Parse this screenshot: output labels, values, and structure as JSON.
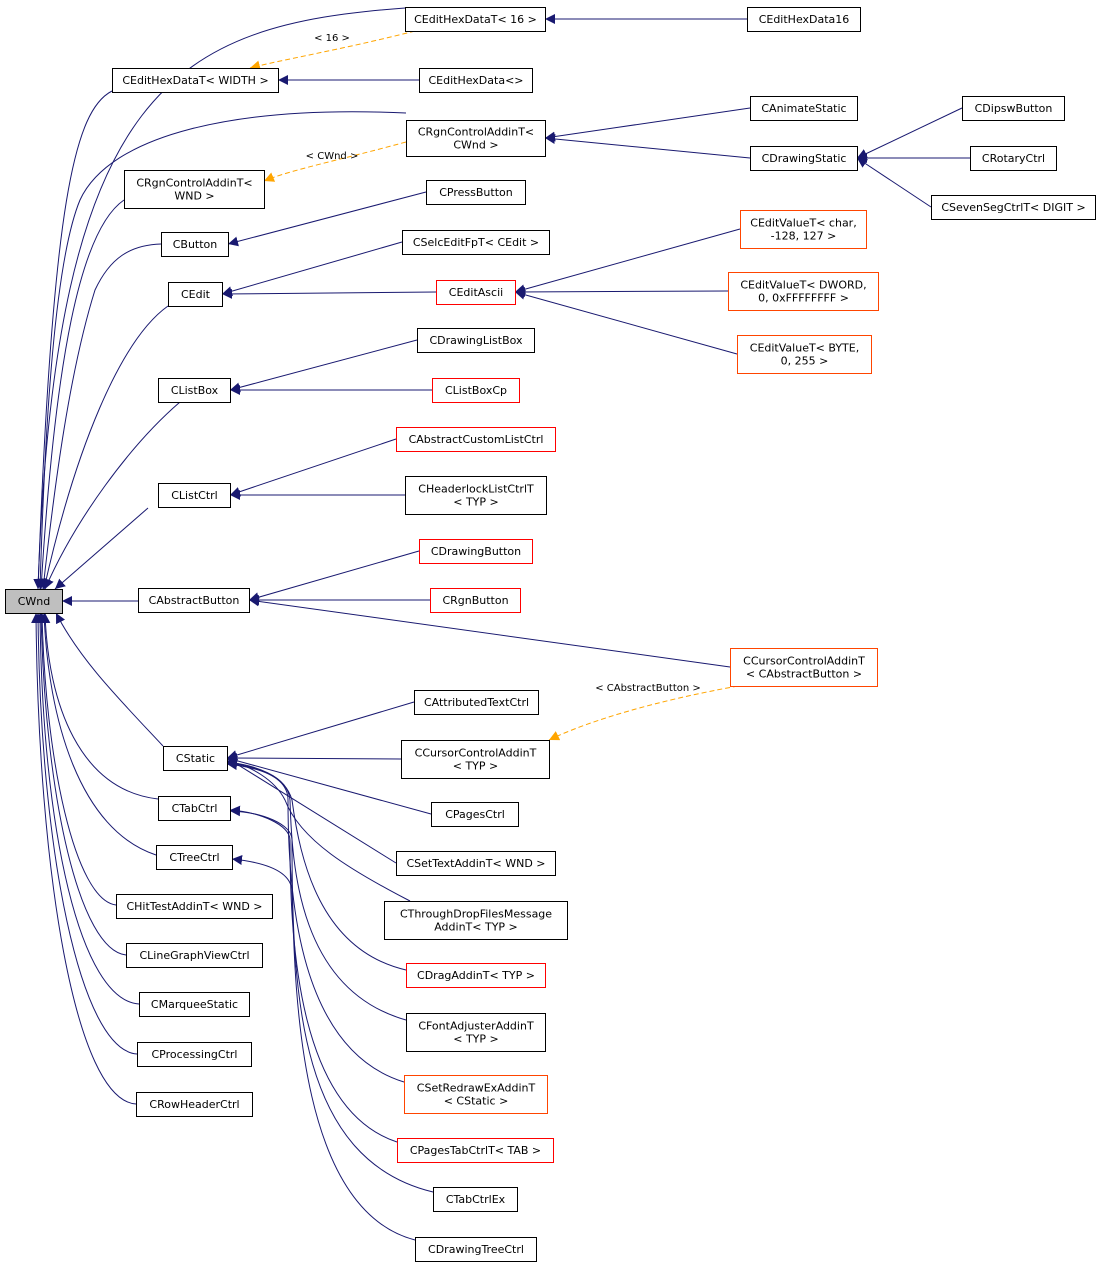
{
  "colors": {
    "inherit": "#191970",
    "template": "#ffa500",
    "border_black": "#000000",
    "border_red": "#ff0000",
    "border_orange": "#ff4500",
    "root_fill": "#bfbfbf",
    "node_fill": "#ffffff"
  },
  "nodes": [
    {
      "id": "cwnd",
      "lines": [
        "CWnd"
      ],
      "border": "black",
      "root": true
    },
    {
      "id": "cedithexdatat16",
      "lines": [
        "CEditHexDataT< 16 >"
      ],
      "border": "black"
    },
    {
      "id": "cedithexdata16",
      "lines": [
        "CEditHexData16"
      ],
      "border": "black"
    },
    {
      "id": "cedithexdatatwidth",
      "lines": [
        "CEditHexDataT< WIDTH >"
      ],
      "border": "black"
    },
    {
      "id": "cedithexdatae",
      "lines": [
        "CEditHexData<>"
      ],
      "border": "black"
    },
    {
      "id": "crgncontrolcwnd",
      "lines": [
        "CRgnControlAddinT<",
        "CWnd >"
      ],
      "border": "black"
    },
    {
      "id": "canimatestatic",
      "lines": [
        "CAnimateStatic"
      ],
      "border": "black"
    },
    {
      "id": "cdipswbutton",
      "lines": [
        "CDipswButton"
      ],
      "border": "black"
    },
    {
      "id": "cdrawingstatic",
      "lines": [
        "CDrawingStatic"
      ],
      "border": "black"
    },
    {
      "id": "crotaryctrl",
      "lines": [
        "CRotaryCtrl"
      ],
      "border": "black"
    },
    {
      "id": "csevensegctrlt",
      "lines": [
        "CSevenSegCtrlT< DIGIT >"
      ],
      "border": "black"
    },
    {
      "id": "crgncontrolwnd",
      "lines": [
        "CRgnControlAddinT<",
        "WND >"
      ],
      "border": "black"
    },
    {
      "id": "cpressbutton",
      "lines": [
        "CPressButton"
      ],
      "border": "black"
    },
    {
      "id": "cbutton",
      "lines": [
        "CButton"
      ],
      "border": "black"
    },
    {
      "id": "cselceditfpt",
      "lines": [
        "CSelcEditFpT< CEdit >"
      ],
      "border": "black"
    },
    {
      "id": "ceditvaluechar",
      "lines": [
        "CEditValueT< char,",
        "-128, 127 >"
      ],
      "border": "orange"
    },
    {
      "id": "cedit",
      "lines": [
        "CEdit"
      ],
      "border": "black"
    },
    {
      "id": "ceditascii",
      "lines": [
        "CEditAscii"
      ],
      "border": "red"
    },
    {
      "id": "ceditvaluedword",
      "lines": [
        "CEditValueT< DWORD,",
        "0, 0xFFFFFFFF >"
      ],
      "border": "orange"
    },
    {
      "id": "ceditvaluebyte",
      "lines": [
        "CEditValueT< BYTE,",
        "0, 255 >"
      ],
      "border": "orange"
    },
    {
      "id": "cdrawinglistbox",
      "lines": [
        "CDrawingListBox"
      ],
      "border": "black"
    },
    {
      "id": "clistbox",
      "lines": [
        "CListBox"
      ],
      "border": "black"
    },
    {
      "id": "clistboxcp",
      "lines": [
        "CListBoxCp"
      ],
      "border": "red"
    },
    {
      "id": "cabstractcustomlistctrl",
      "lines": [
        "CAbstractCustomListCtrl"
      ],
      "border": "red"
    },
    {
      "id": "clistctrl",
      "lines": [
        "CListCtrl"
      ],
      "border": "black"
    },
    {
      "id": "cheaderlocklistctrlt",
      "lines": [
        "CHeaderlockListCtrlT",
        "< TYP >"
      ],
      "border": "black"
    },
    {
      "id": "cdrawingbutton",
      "lines": [
        "CDrawingButton"
      ],
      "border": "red"
    },
    {
      "id": "cabstractbutton",
      "lines": [
        "CAbstractButton"
      ],
      "border": "black"
    },
    {
      "id": "crgnbutton",
      "lines": [
        "CRgnButton"
      ],
      "border": "red"
    },
    {
      "id": "ccursorcontrolabstract",
      "lines": [
        "CCursorControlAddinT",
        "< CAbstractButton >"
      ],
      "border": "orange"
    },
    {
      "id": "cattributedtextctrl",
      "lines": [
        "CAttributedTextCtrl"
      ],
      "border": "black"
    },
    {
      "id": "cstatic",
      "lines": [
        "CStatic"
      ],
      "border": "black"
    },
    {
      "id": "ccursorcontroltyp",
      "lines": [
        "CCursorControlAddinT",
        "< TYP >"
      ],
      "border": "black"
    },
    {
      "id": "cpagesctrl",
      "lines": [
        "CPagesCtrl"
      ],
      "border": "black"
    },
    {
      "id": "ctabctrl",
      "lines": [
        "CTabCtrl"
      ],
      "border": "black"
    },
    {
      "id": "csettextaddint",
      "lines": [
        "CSetTextAddinT< WND >"
      ],
      "border": "black"
    },
    {
      "id": "ctreectrl",
      "lines": [
        "CTreeCtrl"
      ],
      "border": "black"
    },
    {
      "id": "cthroughdropfiles",
      "lines": [
        "CThroughDropFilesMessage",
        "AddinT< TYP >"
      ],
      "border": "black"
    },
    {
      "id": "chittestaddint",
      "lines": [
        "CHitTestAddinT< WND >"
      ],
      "border": "black"
    },
    {
      "id": "clinegraphviewctrl",
      "lines": [
        "CLineGraphViewCtrl"
      ],
      "border": "black"
    },
    {
      "id": "cdragaddint",
      "lines": [
        "CDragAddinT< TYP >"
      ],
      "border": "red"
    },
    {
      "id": "cmarqueestatic",
      "lines": [
        "CMarqueeStatic"
      ],
      "border": "black"
    },
    {
      "id": "cfontadjusteraddint",
      "lines": [
        "CFontAdjusterAddinT",
        "< TYP >"
      ],
      "border": "black"
    },
    {
      "id": "cprocessingctrl",
      "lines": [
        "CProcessingCtrl"
      ],
      "border": "black"
    },
    {
      "id": "csetredrawexaddint",
      "lines": [
        "CSetRedrawExAddinT",
        "< CStatic >"
      ],
      "border": "orange"
    },
    {
      "id": "crowheaderctrl",
      "lines": [
        "CRowHeaderCtrl"
      ],
      "border": "black"
    },
    {
      "id": "cpagestabctrlt",
      "lines": [
        "CPagesTabCtrlT< TAB >"
      ],
      "border": "red"
    },
    {
      "id": "ctabctrlex",
      "lines": [
        "CTabCtrlEx"
      ],
      "border": "black"
    },
    {
      "id": "cdrawingtreectrl",
      "lines": [
        "CDrawingTreeCtrl"
      ],
      "border": "black"
    }
  ],
  "edges": [
    {
      "from": "cedithexdatat16",
      "to": "cwnd",
      "kind": "inherit"
    },
    {
      "from": "cedithexdatatwidth",
      "to": "cwnd",
      "kind": "inherit"
    },
    {
      "from": "crgncontrolcwnd",
      "to": "cwnd",
      "kind": "inherit"
    },
    {
      "from": "crgncontrolwnd",
      "to": "cwnd",
      "kind": "inherit"
    },
    {
      "from": "cbutton",
      "to": "cwnd",
      "kind": "inherit"
    },
    {
      "from": "cedit",
      "to": "cwnd",
      "kind": "inherit"
    },
    {
      "from": "clistbox",
      "to": "cwnd",
      "kind": "inherit"
    },
    {
      "from": "clistctrl",
      "to": "cwnd",
      "kind": "inherit"
    },
    {
      "from": "cabstractbutton",
      "to": "cwnd",
      "kind": "inherit"
    },
    {
      "from": "cstatic",
      "to": "cwnd",
      "kind": "inherit"
    },
    {
      "from": "ctabctrl",
      "to": "cwnd",
      "kind": "inherit"
    },
    {
      "from": "ctreectrl",
      "to": "cwnd",
      "kind": "inherit"
    },
    {
      "from": "chittestaddint",
      "to": "cwnd",
      "kind": "inherit"
    },
    {
      "from": "clinegraphviewctrl",
      "to": "cwnd",
      "kind": "inherit"
    },
    {
      "from": "cmarqueestatic",
      "to": "cwnd",
      "kind": "inherit"
    },
    {
      "from": "cprocessingctrl",
      "to": "cwnd",
      "kind": "inherit"
    },
    {
      "from": "crowheaderctrl",
      "to": "cwnd",
      "kind": "inherit"
    },
    {
      "from": "cedithexdata16",
      "to": "cedithexdatat16",
      "kind": "inherit"
    },
    {
      "from": "cedithexdatat16",
      "to": "cedithexdatatwidth",
      "kind": "template",
      "label": "< 16 >"
    },
    {
      "from": "cedithexdatae",
      "to": "cedithexdatatwidth",
      "kind": "inherit"
    },
    {
      "from": "canimatestatic",
      "to": "crgncontrolcwnd",
      "kind": "inherit"
    },
    {
      "from": "cdrawingstatic",
      "to": "crgncontrolcwnd",
      "kind": "inherit"
    },
    {
      "from": "cdipswbutton",
      "to": "cdrawingstatic",
      "kind": "inherit"
    },
    {
      "from": "crotaryctrl",
      "to": "cdrawingstatic",
      "kind": "inherit"
    },
    {
      "from": "csevensegctrlt",
      "to": "cdrawingstatic",
      "kind": "inherit"
    },
    {
      "from": "crgncontrolcwnd",
      "to": "crgncontrolwnd",
      "kind": "template",
      "label": "< CWnd >"
    },
    {
      "from": "cpressbutton",
      "to": "cbutton",
      "kind": "inherit"
    },
    {
      "from": "cselceditfpt",
      "to": "cedit",
      "kind": "inherit"
    },
    {
      "from": "ceditascii",
      "to": "cedit",
      "kind": "inherit"
    },
    {
      "from": "ceditvaluechar",
      "to": "ceditascii",
      "kind": "inherit"
    },
    {
      "from": "ceditvaluedword",
      "to": "ceditascii",
      "kind": "inherit"
    },
    {
      "from": "ceditvaluebyte",
      "to": "ceditascii",
      "kind": "inherit"
    },
    {
      "from": "cdrawinglistbox",
      "to": "clistbox",
      "kind": "inherit"
    },
    {
      "from": "clistboxcp",
      "to": "clistbox",
      "kind": "inherit"
    },
    {
      "from": "cabstractcustomlistctrl",
      "to": "clistctrl",
      "kind": "inherit"
    },
    {
      "from": "cheaderlocklistctrlt",
      "to": "clistctrl",
      "kind": "inherit"
    },
    {
      "from": "cdrawingbutton",
      "to": "cabstractbutton",
      "kind": "inherit"
    },
    {
      "from": "crgnbutton",
      "to": "cabstractbutton",
      "kind": "inherit"
    },
    {
      "from": "ccursorcontrolabstract",
      "to": "cabstractbutton",
      "kind": "inherit"
    },
    {
      "from": "ccursorcontrolabstract",
      "to": "ccursorcontroltyp",
      "kind": "template",
      "label": "< CAbstractButton >"
    },
    {
      "from": "cattributedtextctrl",
      "to": "cstatic",
      "kind": "inherit"
    },
    {
      "from": "ccursorcontroltyp",
      "to": "cstatic",
      "kind": "inherit"
    },
    {
      "from": "cpagesctrl",
      "to": "cstatic",
      "kind": "inherit"
    },
    {
      "from": "csettextaddint",
      "to": "cstatic",
      "kind": "inherit"
    },
    {
      "from": "cthroughdropfiles",
      "to": "cstatic",
      "kind": "inherit"
    },
    {
      "from": "cdragaddint",
      "to": "cstatic",
      "kind": "inherit"
    },
    {
      "from": "cfontadjusteraddint",
      "to": "cstatic",
      "kind": "inherit"
    },
    {
      "from": "csetredrawexaddint",
      "to": "cstatic",
      "kind": "inherit"
    },
    {
      "from": "cpagestabctrlt",
      "to": "ctabctrl",
      "kind": "inherit"
    },
    {
      "from": "ctabctrlex",
      "to": "ctabctrl",
      "kind": "inherit"
    },
    {
      "from": "cdrawingtreectrl",
      "to": "ctreectrl",
      "kind": "inherit"
    }
  ]
}
